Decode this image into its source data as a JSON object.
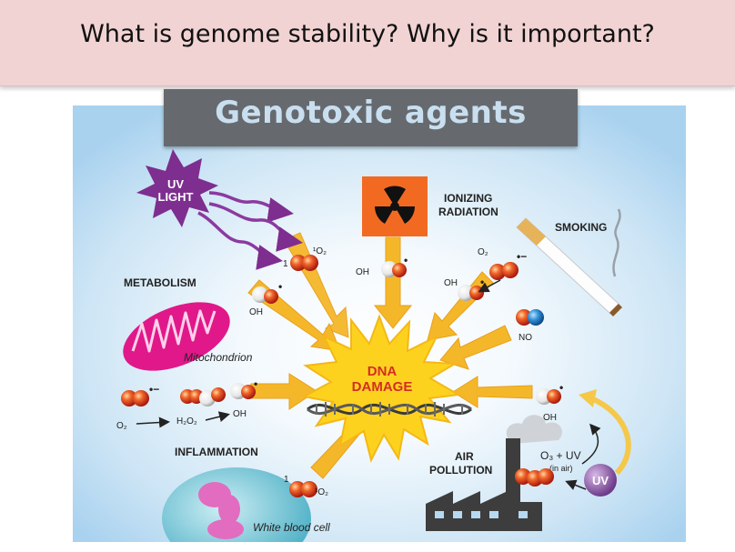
{
  "header": {
    "title": "What is genome stability? Why is it important?"
  },
  "figure": {
    "title": "Genotoxic agents",
    "center": {
      "line1": "DNA",
      "line2": "DAMAGE"
    },
    "labels": {
      "uv_light_1": "UV",
      "uv_light_2": "LIGHT",
      "ionizing_1": "IONIZING",
      "ionizing_2": "RADIATION",
      "smoking": "SMOKING",
      "metabolism": "METABOLISM",
      "mitochondrion": "Mitochondrion",
      "inflammation": "INFLAMMATION",
      "white_blood_cell": "White blood cell",
      "air_1": "AIR",
      "air_2": "POLLUTION",
      "o3_uv": "O₃ + UV",
      "in_air": "(in air)",
      "uv_circle": "UV"
    },
    "species": {
      "singlet_o2": "¹O₂",
      "one": "1",
      "oh": "OH",
      "o2_minus": "O₂",
      "no": "NO",
      "h2o2": "H₂O₂",
      "radical_dot": "•",
      "minus": "−",
      "o2_superscript": "•−",
      "o2_label": "O₂"
    },
    "colors": {
      "background": "#b6d8f1",
      "sunburst": "#fdd21f",
      "arrow": "#f5b72a",
      "uv_star": "#7d2e8f",
      "mitochondrion": "#e0188a",
      "radiation": "#f26a22",
      "uv_circle": "#8f5aa5",
      "wbc": "#6ec2d3",
      "factory": "#3d3d3d",
      "red_sphere": "#d6331f",
      "blue_sphere": "#2f8ed4"
    }
  }
}
